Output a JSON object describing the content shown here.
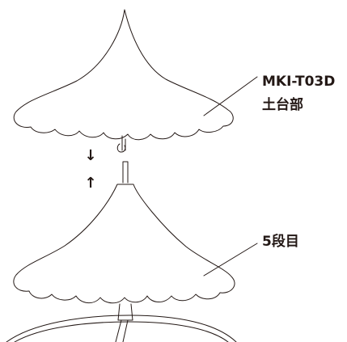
{
  "labels": {
    "top_part_code": "MKI-T03D",
    "top_part_name": "土台部",
    "lower_part_name": "5段目"
  },
  "arrows": {
    "down": "↓",
    "up": "↑"
  },
  "colors": {
    "line": "#231815",
    "background": "#ffffff"
  }
}
